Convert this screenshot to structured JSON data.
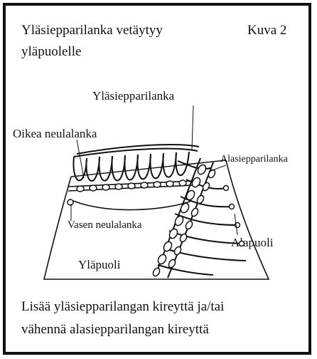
{
  "title": {
    "line1": "Yläsiepparilanka vetäytyy",
    "line2": "yläpuolelle",
    "figure": "Kuva 2"
  },
  "labels": {
    "upper_looper_thread": "Yläsiepparilanka",
    "right_needle_thread": "Oikea neulalanka",
    "lower_looper_thread": "Alasiepparilanka",
    "left_needle_thread": "Vasen neulalanka",
    "underside": "Alapuoli",
    "top_side": "Yläpuoli"
  },
  "instructions": {
    "line1": "Lisää yläsiepparilangan kireyttä ja/tai",
    "line2": "vähennä alasiepparilangan kireyttä"
  }
}
